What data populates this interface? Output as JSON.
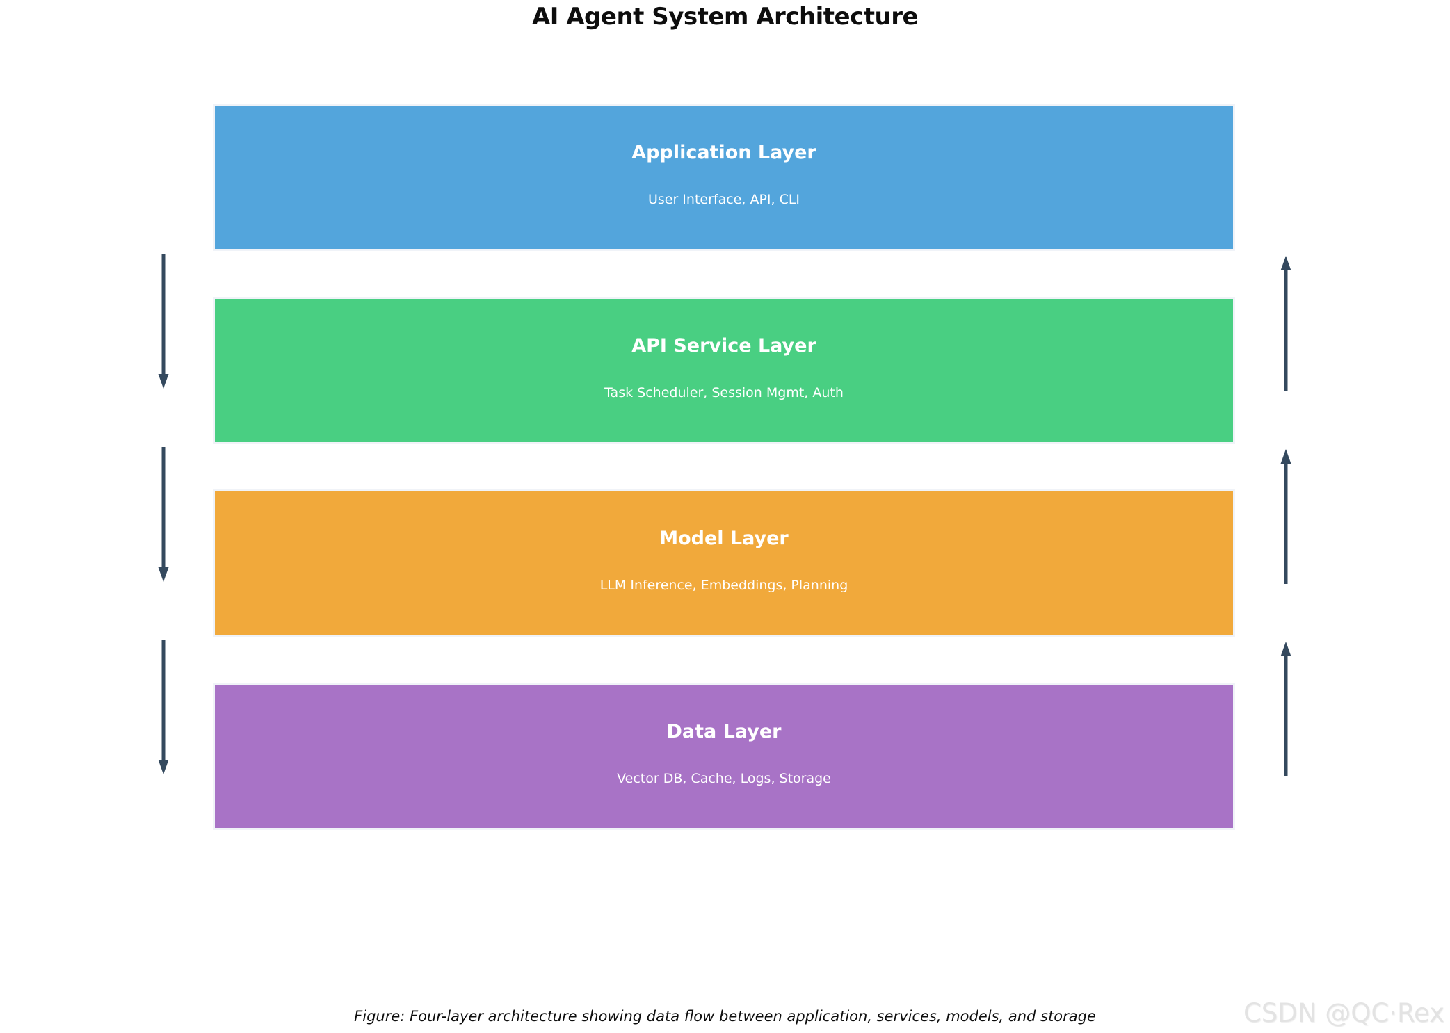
{
  "title": "AI Agent System Architecture",
  "layers": [
    {
      "name": "Application Layer",
      "components": "User Interface, API, CLI",
      "color": "#53A5DC"
    },
    {
      "name": "API Service Layer",
      "components": "Task Scheduler, Session Mgmt, Auth",
      "color": "#49CF82"
    },
    {
      "name": "Model Layer",
      "components": "LLM Inference, Embeddings, Planning",
      "color": "#F1A93B"
    },
    {
      "name": "Data Layer",
      "components": "Vector DB, Cache, Logs, Storage",
      "color": "#A873C6"
    }
  ],
  "arrows": {
    "color": "#34495E",
    "left_side_direction": "down",
    "right_side_direction": "up",
    "left_count": 3,
    "right_count": 3
  },
  "caption": "Figure: Four-layer architecture showing data flow between application, services, models, and storage",
  "watermark": {
    "text": "CSDN @QC·Rex",
    "color": "#E3E3E3"
  }
}
